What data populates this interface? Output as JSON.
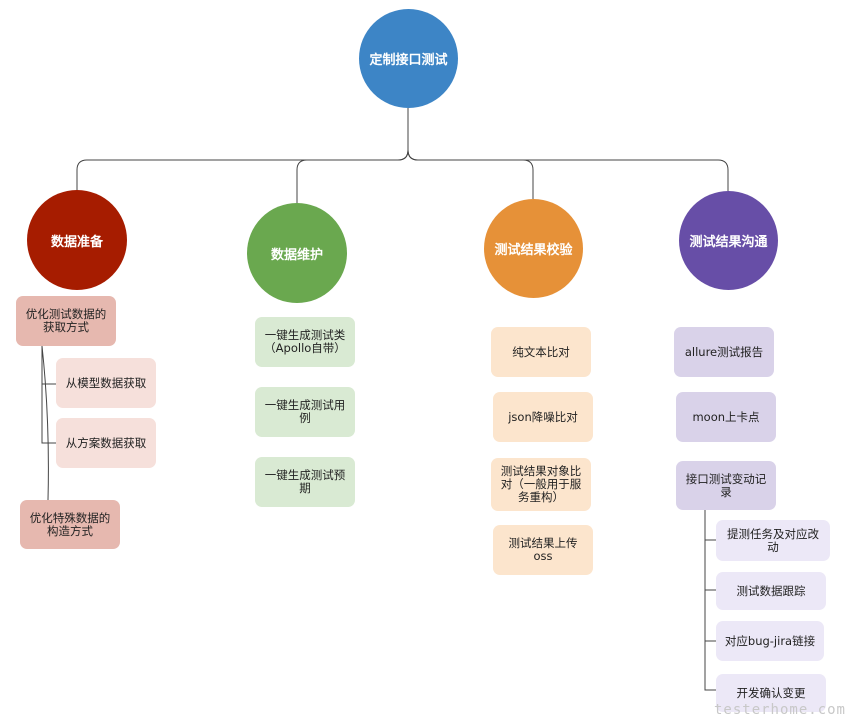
{
  "root": {
    "label": "定制接口测试",
    "color": "#3d85c6"
  },
  "branches": [
    {
      "label": "数据准备",
      "color": "#a61c00",
      "groups": [
        {
          "label": "优化测试数据的获取方式",
          "children": [
            "从模型数据获取",
            "从方案数据获取"
          ]
        },
        {
          "label": "优化特殊数据的构造方式",
          "children": []
        }
      ]
    },
    {
      "label": "数据维护",
      "color": "#6aa84f",
      "items": [
        "一键生成测试类（Apollo自带）",
        "一键生成测试用例",
        "一键生成测试预期"
      ]
    },
    {
      "label": "测试结果校验",
      "color": "#e69138",
      "items": [
        "纯文本比对",
        "json降噪比对",
        "测试结果对象比对（一般用于服务重构）",
        "测试结果上传oss"
      ]
    },
    {
      "label": "测试结果沟通",
      "color": "#674ea7",
      "items": [
        "allure测试报告",
        "moon上卡点"
      ],
      "groups": [
        {
          "label": "接口测试变动记录",
          "children": [
            "提测任务及对应改动",
            "测试数据跟踪",
            "对应bug-jira链接",
            "开发确认变更"
          ]
        }
      ]
    }
  ],
  "watermark": "testerhome.com"
}
